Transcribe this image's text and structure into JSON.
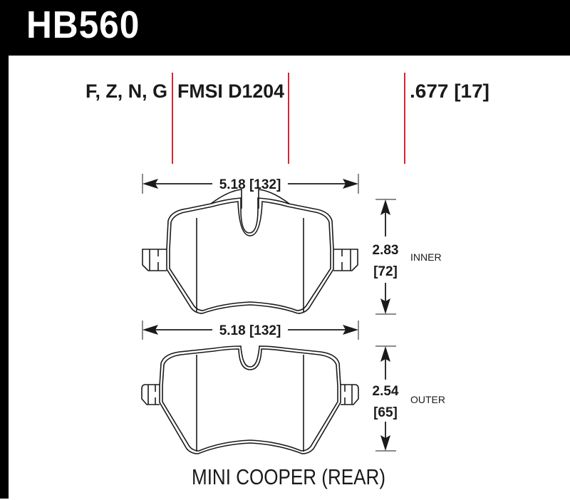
{
  "title": "HB560",
  "header_row": {
    "compounds": "F, Z, N, G",
    "fmsi": "FMSI D1204",
    "thickness": ".677 [17]"
  },
  "inner_pad": {
    "width_label": "5.18 [132]",
    "height_in": "2.83",
    "height_mm": "[72]",
    "side_label": "INNER"
  },
  "outer_pad": {
    "width_label": "5.18 [132]",
    "height_in": "2.54",
    "height_mm": "[65]",
    "side_label": "OUTER"
  },
  "application": "MINI COOPER (REAR)",
  "colors": {
    "frame": "#000000",
    "title_text": "#ffffff",
    "divider_red": "#d9252f",
    "ink": "#1a1a1a"
  }
}
